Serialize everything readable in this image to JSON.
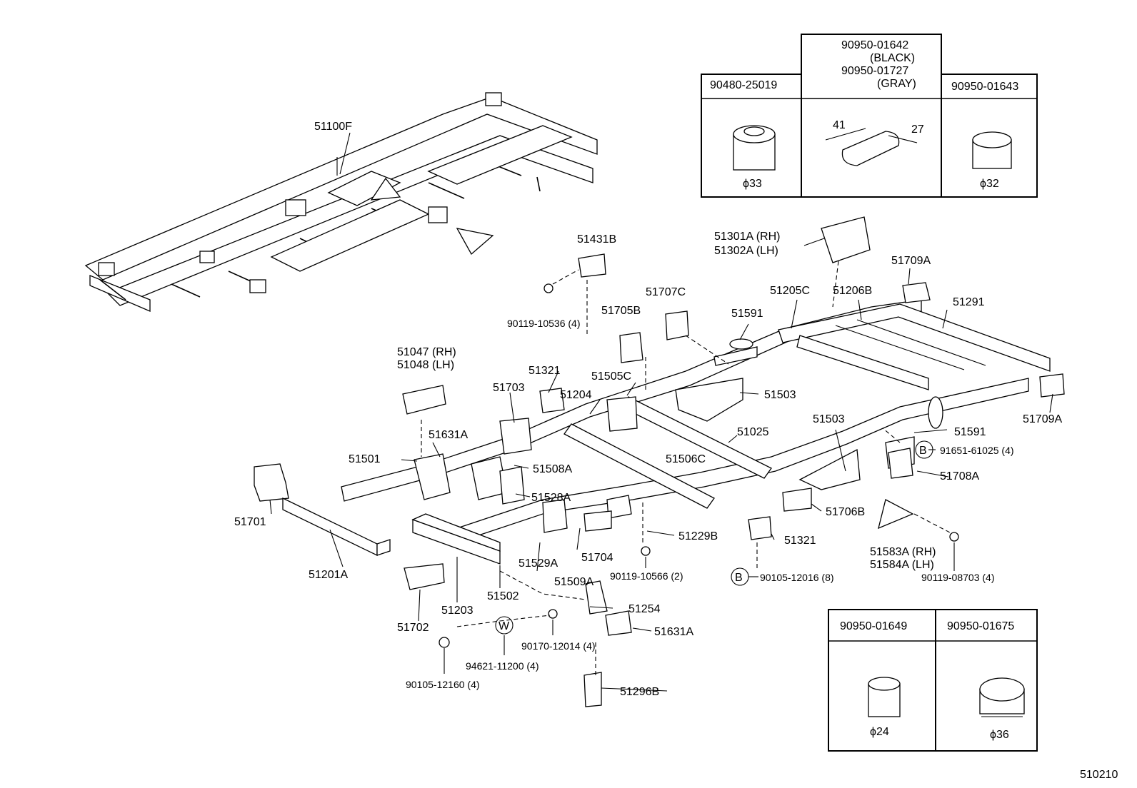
{
  "diagram_id": "510210",
  "frame_label": "51100F",
  "boxes": {
    "b1_part": "90480-25019",
    "b1_dim": "ϕ33",
    "b2_part1": "90950-01642",
    "b2_color1": "(BLACK)",
    "b2_part2": "90950-01727",
    "b2_color2": "(GRAY)",
    "b2_dim_w": "41",
    "b2_dim_h": "27",
    "b3_part": "90950-01643",
    "b3_dim": "ϕ32",
    "b4_part": "90950-01649",
    "b4_dim": "ϕ24",
    "b5_part": "90950-01675",
    "b5_dim": "ϕ36"
  },
  "labels": {
    "p51431B": "51431B",
    "p90119_10536": "90119-10536 (4)",
    "p51301A": "51301A (RH)",
    "p51302A": "51302A (LH)",
    "p51709A_top": "51709A",
    "p51707C": "51707C",
    "p51705B": "51705B",
    "p51591_top": "51591",
    "p51205C": "51205C",
    "p51206B": "51206B",
    "p51291": "51291",
    "p51047": "51047 (RH)",
    "p51048": "51048 (LH)",
    "p51321_top": "51321",
    "p51505C": "51505C",
    "p51703": "51703",
    "p51204": "51204",
    "p51503_top": "51503",
    "p51709A_right": "51709A",
    "p51631A_top": "51631A",
    "p51025": "51025",
    "p51503_mid": "51503",
    "p51591_mid": "51591",
    "p91651": "91651-61025 (4)",
    "p51501": "51501",
    "p51508A": "51508A",
    "p51506C": "51506C",
    "p51708A": "51708A",
    "p51701": "51701",
    "p51528A": "51528A",
    "p51706B": "51706B",
    "p51229B": "51229B",
    "p51321_bot": "51321",
    "p51583A": "51583A (RH)",
    "p51584A": "51584A (LH)",
    "p51704": "51704",
    "p51529A": "51529A",
    "p51201A": "51201A",
    "p51509A": "51509A",
    "p90119_10566": "90119-10566 (2)",
    "p90105_12016": "90105-12016 (8)",
    "p90119_08703": "90119-08703 (4)",
    "p51203": "51203",
    "p51502": "51502",
    "p51254": "51254",
    "p51702": "51702",
    "p51631A_bot": "51631A",
    "p90170": "90170-12014 (4)",
    "p94621": "94621-11200 (4)",
    "p90105_12160": "90105-12160 (4)",
    "p51296B": "51296B",
    "circle_b1": "B",
    "circle_b2": "B",
    "circle_w": "W"
  }
}
